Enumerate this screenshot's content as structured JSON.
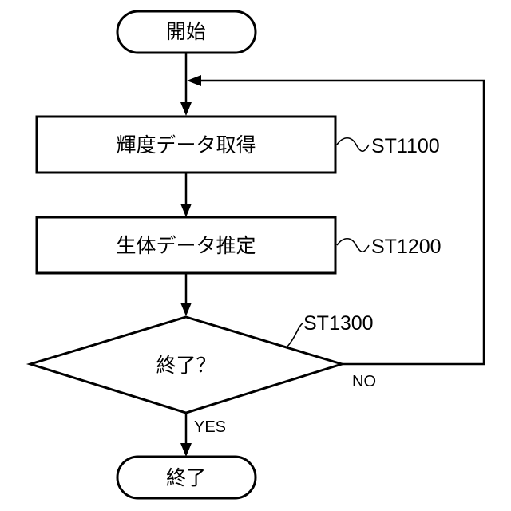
{
  "flowchart": {
    "start": {
      "text": "開始"
    },
    "step1": {
      "text": "輝度データ取得",
      "ref": "ST1100"
    },
    "step2": {
      "text": "生体データ推定",
      "ref": "ST1200"
    },
    "decision": {
      "text": "終了？",
      "ref": "ST1300",
      "no_label": "NO",
      "yes_label": "YES"
    },
    "end": {
      "text": "終了"
    }
  }
}
